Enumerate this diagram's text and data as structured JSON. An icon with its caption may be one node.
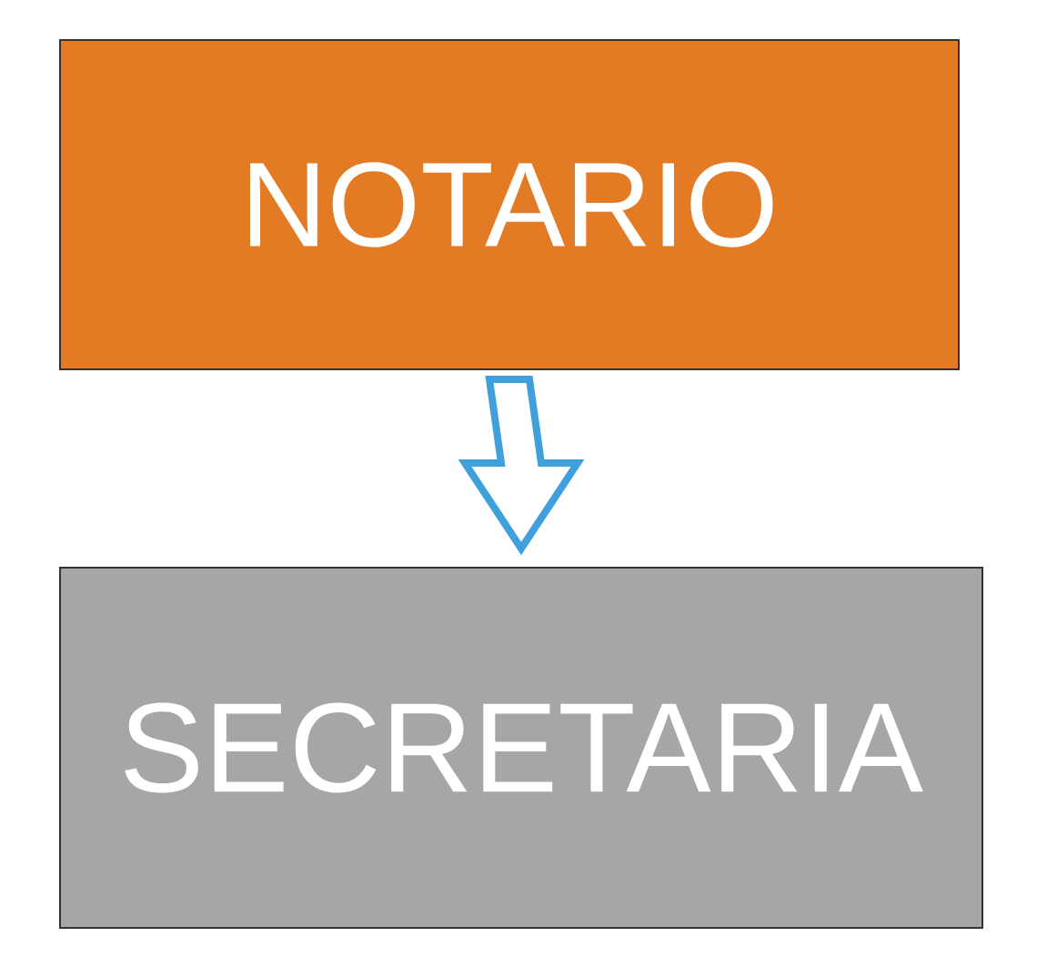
{
  "diagram": {
    "nodes": [
      {
        "text": [
          "NOTARIO"
        ]
      },
      {
        "text": [
          "SECRETARIA"
        ]
      }
    ],
    "edges": [
      {
        "from": 0,
        "to": 1,
        "arrow": "to"
      }
    ]
  }
}
